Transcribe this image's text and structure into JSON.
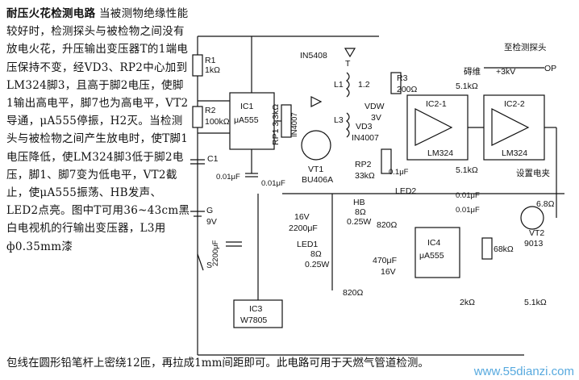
{
  "description": {
    "title": "耐压火花检测电路",
    "body": "当被测物绝缘性能较好时，检测探头与被检物之间没有放电火花，升压输出变压器T的1端电压保持不变，经VD3、RP2中心加到LM324脚3，且高于脚2电压，使脚1输出高电平，脚7也为高电平，VT2导通，μA555停振，H2灭。当检测头与被检物之间产生放电时，使T脚1电压降低，使LM324脚3低于脚2电压，脚1、脚7变为低电平，VT2截止，使μA555振荡、HB发声、LED2点亮。图中T可用36~43cm黑白电视机的行输出变压器，L3用ф0.35mm漆",
    "bottom": "包线在圆形铅笔杆上密绕12匝，再拉成1mm间距即可。此电路可用于天燃气管道检测。"
  },
  "watermark": "www.55dianzi.com",
  "circuit": {
    "R1": "R1",
    "R1_val": "1kΩ",
    "R2": "R2",
    "R2_val": "100kΩ",
    "IC1": "IC1",
    "IC1_part": "μA555",
    "C1": "C1",
    "C1_val": "0.01μF",
    "C_ic1": "0.01μF",
    "RP1": "RP1 3.3kΩ",
    "VT1": "VT1",
    "VT1_part": "BU406A",
    "VD1": "IN4007",
    "VD_top": "IN5408",
    "T": "T",
    "L1": "L1",
    "L1_pin": "1.2",
    "L3": "L3",
    "VD3": "VD3",
    "VD3_part": "IN4007",
    "RP2": "RP2",
    "RP2_val": "33kΩ",
    "R3": "R3",
    "R3_val": "200Ω",
    "VDW": "VDW",
    "VDW_val": "3V",
    "IC2_1": "IC2-1",
    "IC2_2": "IC2-2",
    "LM324": "LM324",
    "R_5k1": "5.1kΩ",
    "C_01": "0.1μF",
    "probe": "至检测探头",
    "probe_v": "+3kV",
    "spark": "碍维",
    "OP": "OP",
    "G": "G",
    "G_val": "9V",
    "C_2200": "2200μF",
    "C_16V": "16V",
    "S": "S",
    "IC3": "IC3",
    "IC3_part": "W7805",
    "LED1": "LED1",
    "R_8": "8Ω",
    "P_025": "0.25W",
    "R_820": "820Ω",
    "HB": "HB",
    "LED2": "LED2",
    "C_470": "470μF",
    "IC4": "IC4",
    "IC4_part": "μA555",
    "R_68k": "68kΩ",
    "R_2k": "2kΩ",
    "R_5k1b": "5.1kΩ",
    "R_68": "6.8Ω",
    "VT2": "VT2",
    "VT2_part": "9013",
    "set_ref": "设置电夹",
    "C_001a": "0.01μF",
    "C_001b": "0.01μF"
  }
}
